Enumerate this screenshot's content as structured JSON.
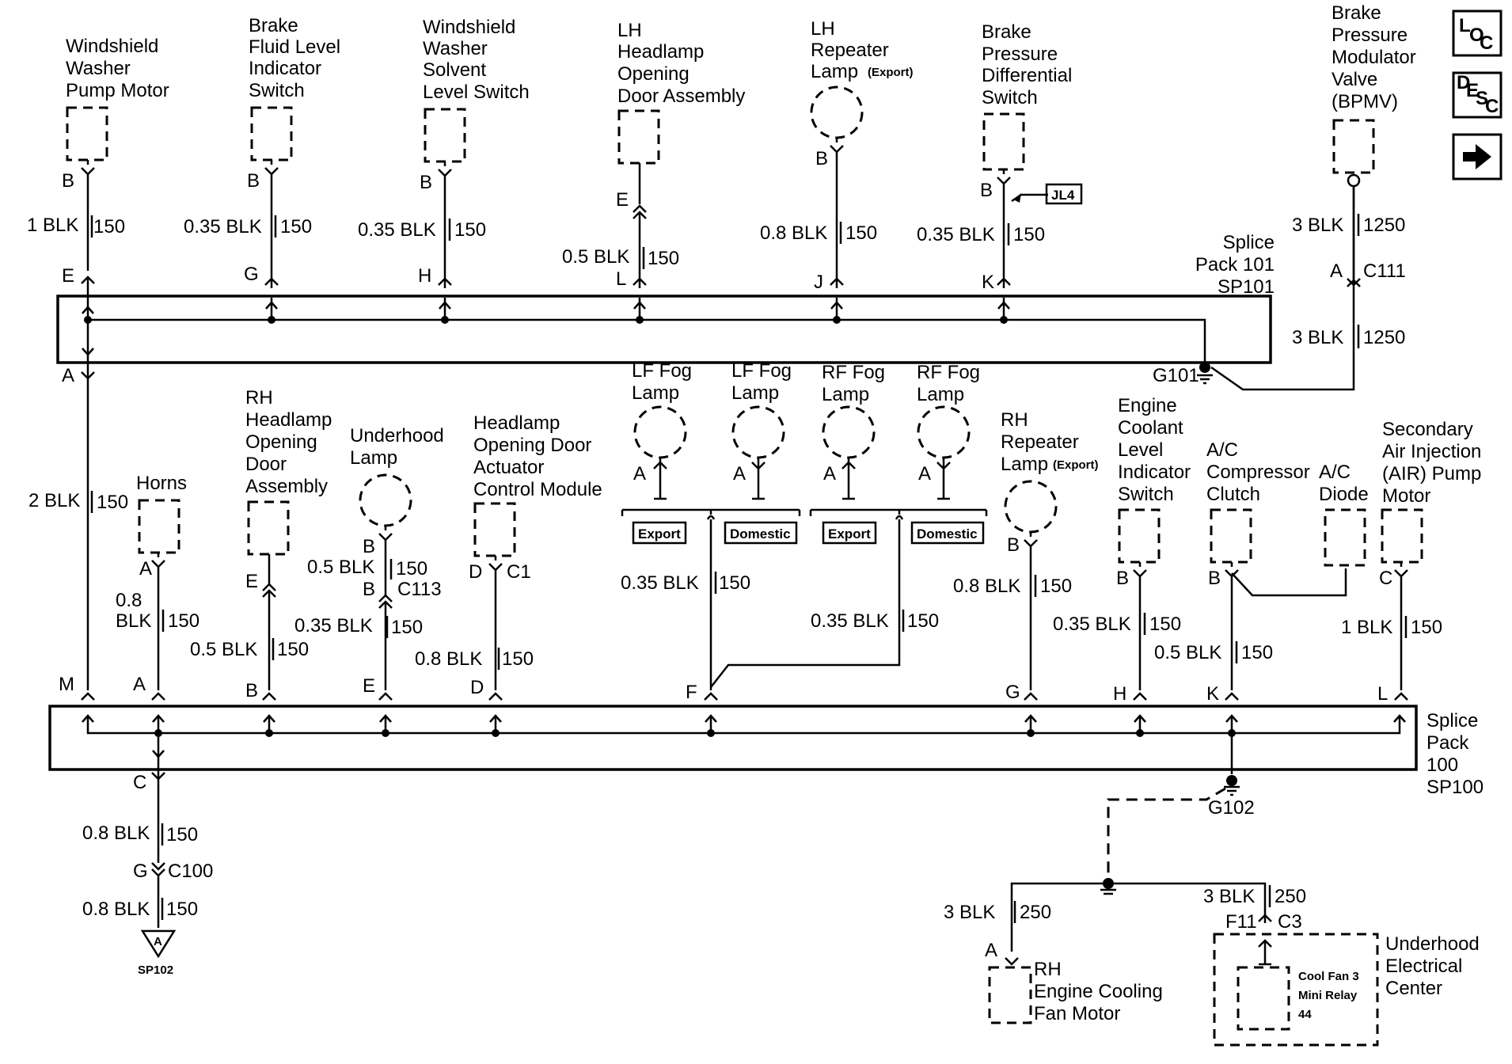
{
  "nav": {
    "loc_l": "L",
    "loc_o": "O",
    "loc_c": "C",
    "desc_d": "D",
    "desc_e": "E",
    "desc_s": "S",
    "desc_c": "C"
  },
  "components": {
    "washer_pump": [
      "Windshield",
      "Washer",
      "Pump Motor"
    ],
    "brake_fluid": [
      "Brake",
      "Fluid Level",
      "Indicator",
      "Switch"
    ],
    "solvent_switch": [
      "Windshield",
      "Washer",
      "Solvent",
      "Level Switch"
    ],
    "lh_headlamp_door": [
      "LH",
      "Headlamp",
      "Opening",
      "Door Assembly"
    ],
    "lh_repeater": [
      "LH",
      "Repeater",
      "Lamp"
    ],
    "brake_pressure": [
      "Brake",
      "Pressure",
      "Differential",
      "Switch"
    ],
    "bpmv": [
      "Brake",
      "Pressure",
      "Modulator",
      "Valve",
      "(BPMV)"
    ],
    "horns": "Horns",
    "rh_headlamp_door": [
      "RH",
      "Headlamp",
      "Opening",
      "Door",
      "Assembly"
    ],
    "underhood_lamp": [
      "Underhood",
      "Lamp"
    ],
    "headlamp_actuator": [
      "Headlamp",
      "Opening Door",
      "Actuator",
      "Control Module"
    ],
    "lf_fog_1": [
      "LF Fog",
      "Lamp"
    ],
    "lf_fog_2": [
      "LF Fog",
      "Lamp"
    ],
    "rf_fog_1": [
      "RF Fog",
      "Lamp"
    ],
    "rf_fog_2": [
      "RF Fog",
      "Lamp"
    ],
    "rh_repeater": [
      "RH",
      "Repeater",
      "Lamp"
    ],
    "coolant_switch": [
      "Engine",
      "Coolant",
      "Level",
      "Indicator",
      "Switch"
    ],
    "ac_clutch": [
      "A/C",
      "Compressor",
      "Clutch"
    ],
    "ac_diode": [
      "A/C",
      "Diode"
    ],
    "air_pump": [
      "Secondary",
      "Air Injection",
      "(AIR) Pump",
      "Motor"
    ],
    "rh_fan_motor": [
      "RH",
      "Engine Cooling",
      "Fan Motor"
    ],
    "underhood_center": [
      "Underhood",
      "Electrical",
      "Center"
    ],
    "relay": [
      "Cool Fan 3",
      "Mini Relay",
      "44"
    ],
    "export_small": "(Export)"
  },
  "wires": {
    "w1": "1 BLK",
    "w150a": "150",
    "w2": "0.35 BLK",
    "w150b": "150",
    "w3": "0.35 BLK",
    "w150c": "150",
    "w4": "0.5 BLK",
    "w150d": "150",
    "w5": "0.8 BLK",
    "w150e": "150",
    "w6": "0.35 BLK",
    "w150f": "150",
    "w7": "3 BLK",
    "w1250a": "1250",
    "w8": "3 BLK",
    "w1250b": "1250",
    "w9": "2 BLK",
    "w150g": "150",
    "w10a": "0.8",
    "w10b": "BLK",
    "w150h": "150",
    "w11": "0.5 BLK",
    "w150i": "150",
    "w12": "0.5 BLK",
    "w150j": "150",
    "w13": "0.35 BLK",
    "w150k": "150",
    "w14": "0.8 BLK",
    "w150l": "150",
    "w15": "0.35 BLK",
    "w150m": "150",
    "w16": "0.35 BLK",
    "w150n": "150",
    "w17": "0.8 BLK",
    "w150o": "150",
    "w18": "0.35 BLK",
    "w150p": "150",
    "w19": "0.5 BLK",
    "w150q": "150",
    "w20": "1 BLK",
    "w150r": "150",
    "w21": "0.8 BLK",
    "w150s": "150",
    "w22": "0.8 BLK",
    "w150t": "150",
    "w23": "3 BLK",
    "w250a": "250",
    "w24": "3 BLK",
    "w250b": "250"
  },
  "pins": {
    "B": "B",
    "E": "E",
    "G": "G",
    "H": "H",
    "L": "L",
    "J": "J",
    "K": "K",
    "A": "A",
    "M": "M",
    "C": "C",
    "D": "D",
    "F": "F"
  },
  "connectors": {
    "c111": "C111",
    "c113": "C113",
    "c1": "C1",
    "c100": "C100",
    "c3": "C3",
    "f11": "F11",
    "jl4": "JL4"
  },
  "splices": {
    "sp101": [
      "Splice",
      "Pack 101",
      "SP101"
    ],
    "sp100": [
      "Splice",
      "Pack",
      "100",
      "SP100"
    ],
    "g101": "G101",
    "g102": "G102",
    "sp102": "SP102",
    "sp102_pin": "A"
  },
  "tags": {
    "export1": "Export",
    "domestic1": "Domestic",
    "export2": "Export",
    "domestic2": "Domestic"
  }
}
